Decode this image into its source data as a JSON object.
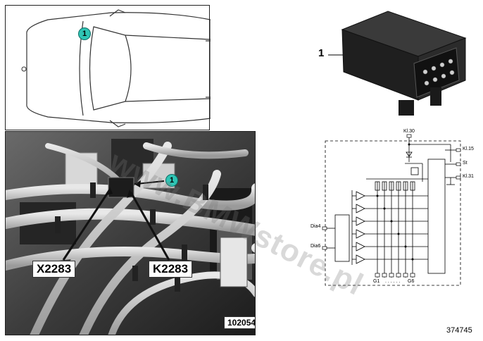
{
  "overview": {
    "callout": "1"
  },
  "photo": {
    "callout": "1",
    "label_left": "X2283",
    "label_right": "K2283",
    "code": "102054"
  },
  "component": {
    "callout": "1"
  },
  "schematic": {
    "kl30": "Kl.30",
    "kl15": "Kl.15",
    "st": "St",
    "kl31": "Kl.31",
    "dia4": "Dia4",
    "dia6": "Dia6",
    "g1": "G1",
    "dots": ". . . . . .",
    "g6": "G6"
  },
  "watermark": "www.BMWstore.pl",
  "figure_id": "374745"
}
